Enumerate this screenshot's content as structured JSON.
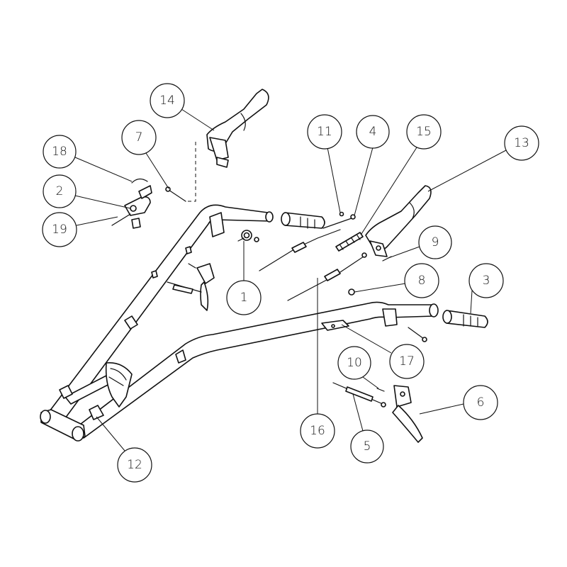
{
  "callouts": [
    {
      "label": "1"
    },
    {
      "label": "2"
    },
    {
      "label": "3"
    },
    {
      "label": "4"
    },
    {
      "label": "5"
    },
    {
      "label": "6"
    },
    {
      "label": "7"
    },
    {
      "label": "8"
    },
    {
      "label": "9"
    },
    {
      "label": "10"
    },
    {
      "label": "11"
    },
    {
      "label": "12"
    },
    {
      "label": "13"
    },
    {
      "label": "14"
    },
    {
      "label": "15"
    },
    {
      "label": "16"
    },
    {
      "label": "17"
    },
    {
      "label": "18"
    },
    {
      "label": "19"
    }
  ]
}
